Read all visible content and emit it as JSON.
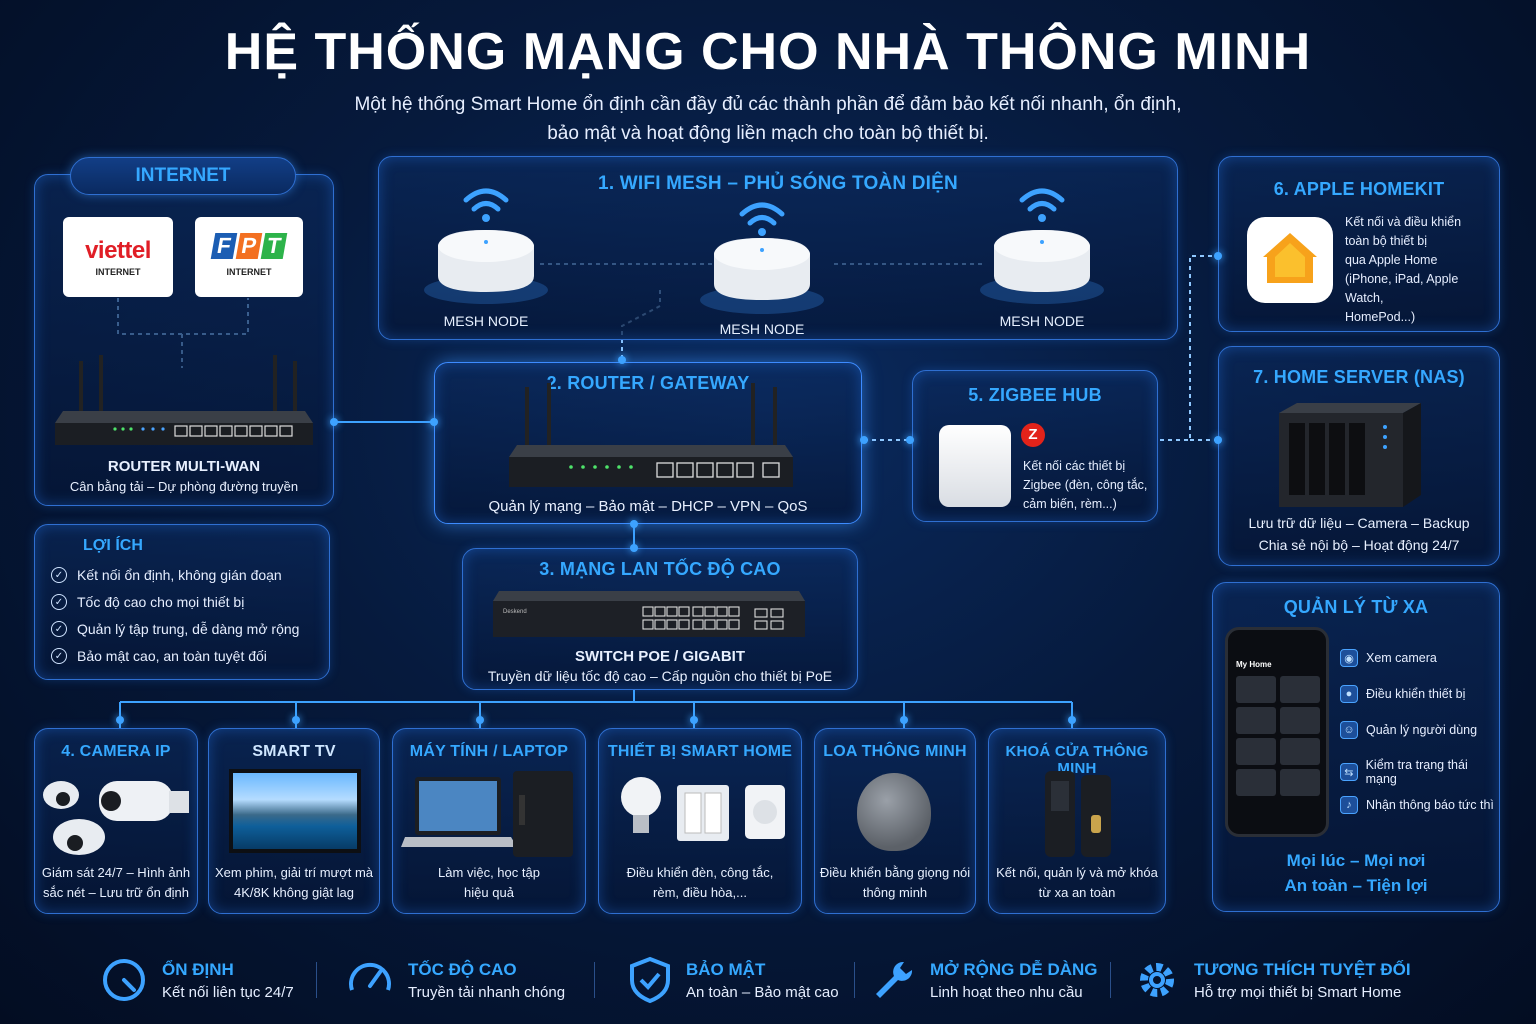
{
  "header": {
    "title": "HỆ THỐNG MẠNG CHO NHÀ THÔNG MINH",
    "subtitle_line1": "Một hệ thống Smart Home ổn định cần đầy đủ các thành phần để đảm bảo kết nối nhanh, ổn định,",
    "subtitle_line2": "bảo mật và hoạt động liền mạch cho toàn bộ thiết bị."
  },
  "internet": {
    "tab": "INTERNET",
    "isp1_name": "viettel",
    "isp1_sub": "INTERNET",
    "isp2_name": "FPT",
    "isp2_sub": "INTERNET",
    "router_title": "ROUTER MULTI-WAN",
    "router_desc": "Cân bằng tải – Dự phòng đường truyền"
  },
  "wifi_mesh": {
    "title": "1. WIFI MESH – PHỦ SÓNG TOÀN DIỆN",
    "nodes": [
      "MESH NODE",
      "MESH NODE",
      "MESH NODE"
    ]
  },
  "router": {
    "title": "2. ROUTER / GATEWAY",
    "desc": "Quản lý mạng – Bảo mật – DHCP – VPN – QoS"
  },
  "lan": {
    "title": "3. MẠNG LAN TỐC ĐỘ CAO",
    "switch_title": "SWITCH POE / GIGABIT",
    "switch_desc": "Truyền dữ liệu tốc độ cao – Cấp nguồn cho thiết bị PoE",
    "switch_brand": "Deskend"
  },
  "zigbee": {
    "title": "5. ZIGBEE HUB",
    "desc1": "Kết nối các thiết bị",
    "desc2": "Zigbee (đèn, công tắc,",
    "desc3": "cảm biến, rèm...)"
  },
  "homekit": {
    "title": "6. APPLE HOMEKIT",
    "desc1": "Kết nối và điều khiển",
    "desc2": "toàn bộ thiết bị",
    "desc3": "qua Apple Home",
    "desc4": "(iPhone, iPad, Apple Watch,",
    "desc5": "HomePod...)"
  },
  "nas": {
    "title": "7. HOME SERVER (NAS)",
    "desc1": "Lưu trữ dữ liệu – Camera – Backup",
    "desc2": "Chia sẻ nội bộ – Hoạt động 24/7"
  },
  "benefits": {
    "title": "LỢI ÍCH",
    "items": [
      "Kết nối ổn định, không gián đoạn",
      "Tốc độ cao cho mọi thiết bị",
      "Quản lý tập trung, dễ dàng mở rộng",
      "Bảo mật cao, an toàn tuyệt đối"
    ]
  },
  "remote": {
    "title": "QUẢN LÝ TỪ XA",
    "phone_header": "My Home",
    "items": [
      "Xem camera",
      "Điều khiển thiết bị",
      "Quản lý người dùng",
      "Kiểm tra trạng thái mạng",
      "Nhận thông báo tức thì"
    ],
    "tagline1": "Mọi lúc – Mọi nơi",
    "tagline2": "An toàn – Tiện lợi"
  },
  "devices": [
    {
      "title": "4. CAMERA IP",
      "desc1": "Giám sát 24/7 – Hình ảnh",
      "desc2": "sắc nét – Lưu trữ ổn định"
    },
    {
      "title": "SMART TV",
      "desc1": "Xem phim, giải trí mượt mà",
      "desc2": "4K/8K không giật lag"
    },
    {
      "title": "MÁY TÍNH / LAPTOP",
      "desc1": "Làm việc, học tập",
      "desc2": "hiệu quả"
    },
    {
      "title": "THIẾT BỊ SMART HOME",
      "desc1": "Điều khiển đèn, công tắc,",
      "desc2": "rèm, điều hòa,..."
    },
    {
      "title": "LOA THÔNG MINH",
      "desc1": "Điều khiển bằng giọng nói",
      "desc2": "thông minh"
    },
    {
      "title": "KHOÁ CỬA THÔNG MINH",
      "desc1": "Kết nối, quản lý và mở khóa",
      "desc2": "từ xa an toàn"
    }
  ],
  "features": [
    {
      "icon": "speedometer-icon",
      "title": "ỔN ĐỊNH",
      "desc": "Kết nối liên tục 24/7"
    },
    {
      "icon": "gauge-icon",
      "title": "TỐC ĐỘ CAO",
      "desc": "Truyền tải nhanh chóng"
    },
    {
      "icon": "shield-icon",
      "title": "BẢO MẬT",
      "desc": "An toàn – Bảo mật cao"
    },
    {
      "icon": "wrench-icon",
      "title": "MỞ RỘNG DỄ DÀNG",
      "desc": "Linh hoạt theo nhu cầu"
    },
    {
      "icon": "gear-icon",
      "title": "TƯƠNG THÍCH TUYỆT ĐỐI",
      "desc": "Hỗ trợ mọi thiết bị Smart Home"
    }
  ],
  "colors": {
    "accent": "#35a8ff",
    "line": "#3da2ff",
    "bg": "#061a3d"
  }
}
